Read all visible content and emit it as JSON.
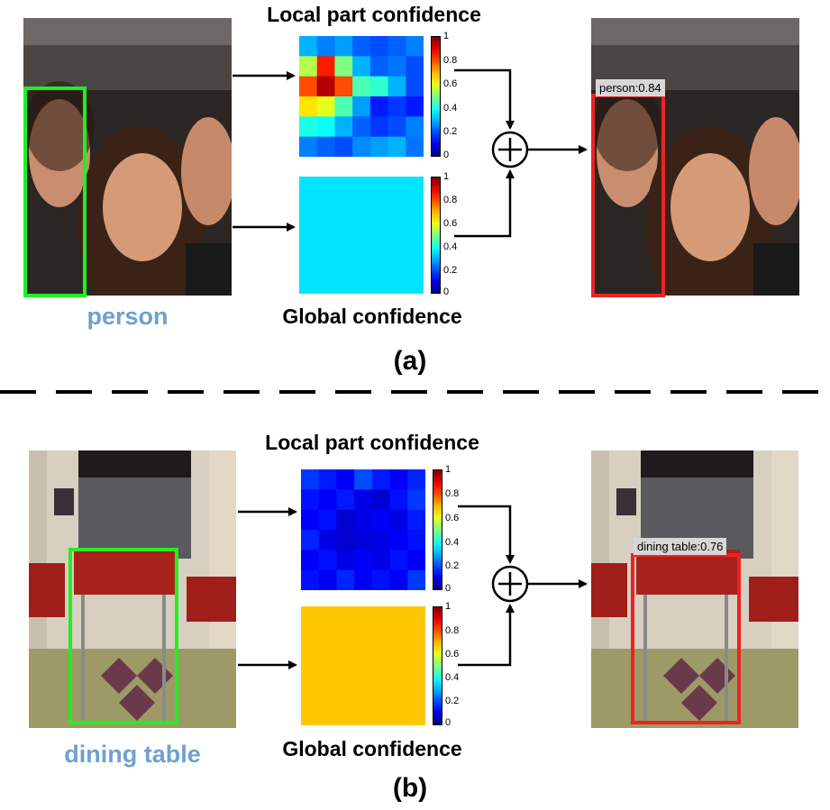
{
  "panel_a": {
    "local_title": "Local part confidence",
    "global_title": "Global confidence",
    "category": "person",
    "caption": "(a)",
    "detection_label": "person:0.84",
    "local_grid": [
      [
        0.3,
        0.25,
        0.28,
        0.22,
        0.2,
        0.22,
        0.25
      ],
      [
        0.55,
        0.85,
        0.5,
        0.3,
        0.22,
        0.24,
        0.2
      ],
      [
        0.8,
        0.95,
        0.8,
        0.45,
        0.42,
        0.3,
        0.2
      ],
      [
        0.65,
        0.6,
        0.45,
        0.28,
        0.15,
        0.18,
        0.15
      ],
      [
        0.4,
        0.38,
        0.3,
        0.22,
        0.18,
        0.2,
        0.25
      ],
      [
        0.25,
        0.22,
        0.2,
        0.26,
        0.28,
        0.3,
        0.24
      ]
    ],
    "global_value": 0.35,
    "colorbar_ticks": [
      "1",
      "0.8",
      "0.6",
      "0.4",
      "0.2",
      "0"
    ]
  },
  "panel_b": {
    "local_title": "Local part confidence",
    "global_title": "Global confidence",
    "category": "dining table",
    "caption": "(b)",
    "detection_label": "dining table:0.76",
    "local_grid": [
      [
        0.18,
        0.15,
        0.12,
        0.2,
        0.15,
        0.12,
        0.16
      ],
      [
        0.14,
        0.12,
        0.15,
        0.1,
        0.08,
        0.14,
        0.18
      ],
      [
        0.12,
        0.14,
        0.08,
        0.1,
        0.12,
        0.1,
        0.15
      ],
      [
        0.16,
        0.1,
        0.08,
        0.09,
        0.1,
        0.12,
        0.14
      ],
      [
        0.12,
        0.14,
        0.1,
        0.12,
        0.1,
        0.14,
        0.12
      ],
      [
        0.14,
        0.12,
        0.16,
        0.12,
        0.14,
        0.12,
        0.18
      ]
    ],
    "global_value": 0.68,
    "colorbar_ticks": [
      "1",
      "0.8",
      "0.6",
      "0.4",
      "0.2",
      "0"
    ]
  },
  "colors": {
    "gt_box": "#22ee22",
    "det_box": "#ee2222",
    "category_text": "#6fa0d2"
  },
  "icons": {
    "sum_node": "circled-plus-icon",
    "flow_arrow": "arrow-right-icon"
  }
}
